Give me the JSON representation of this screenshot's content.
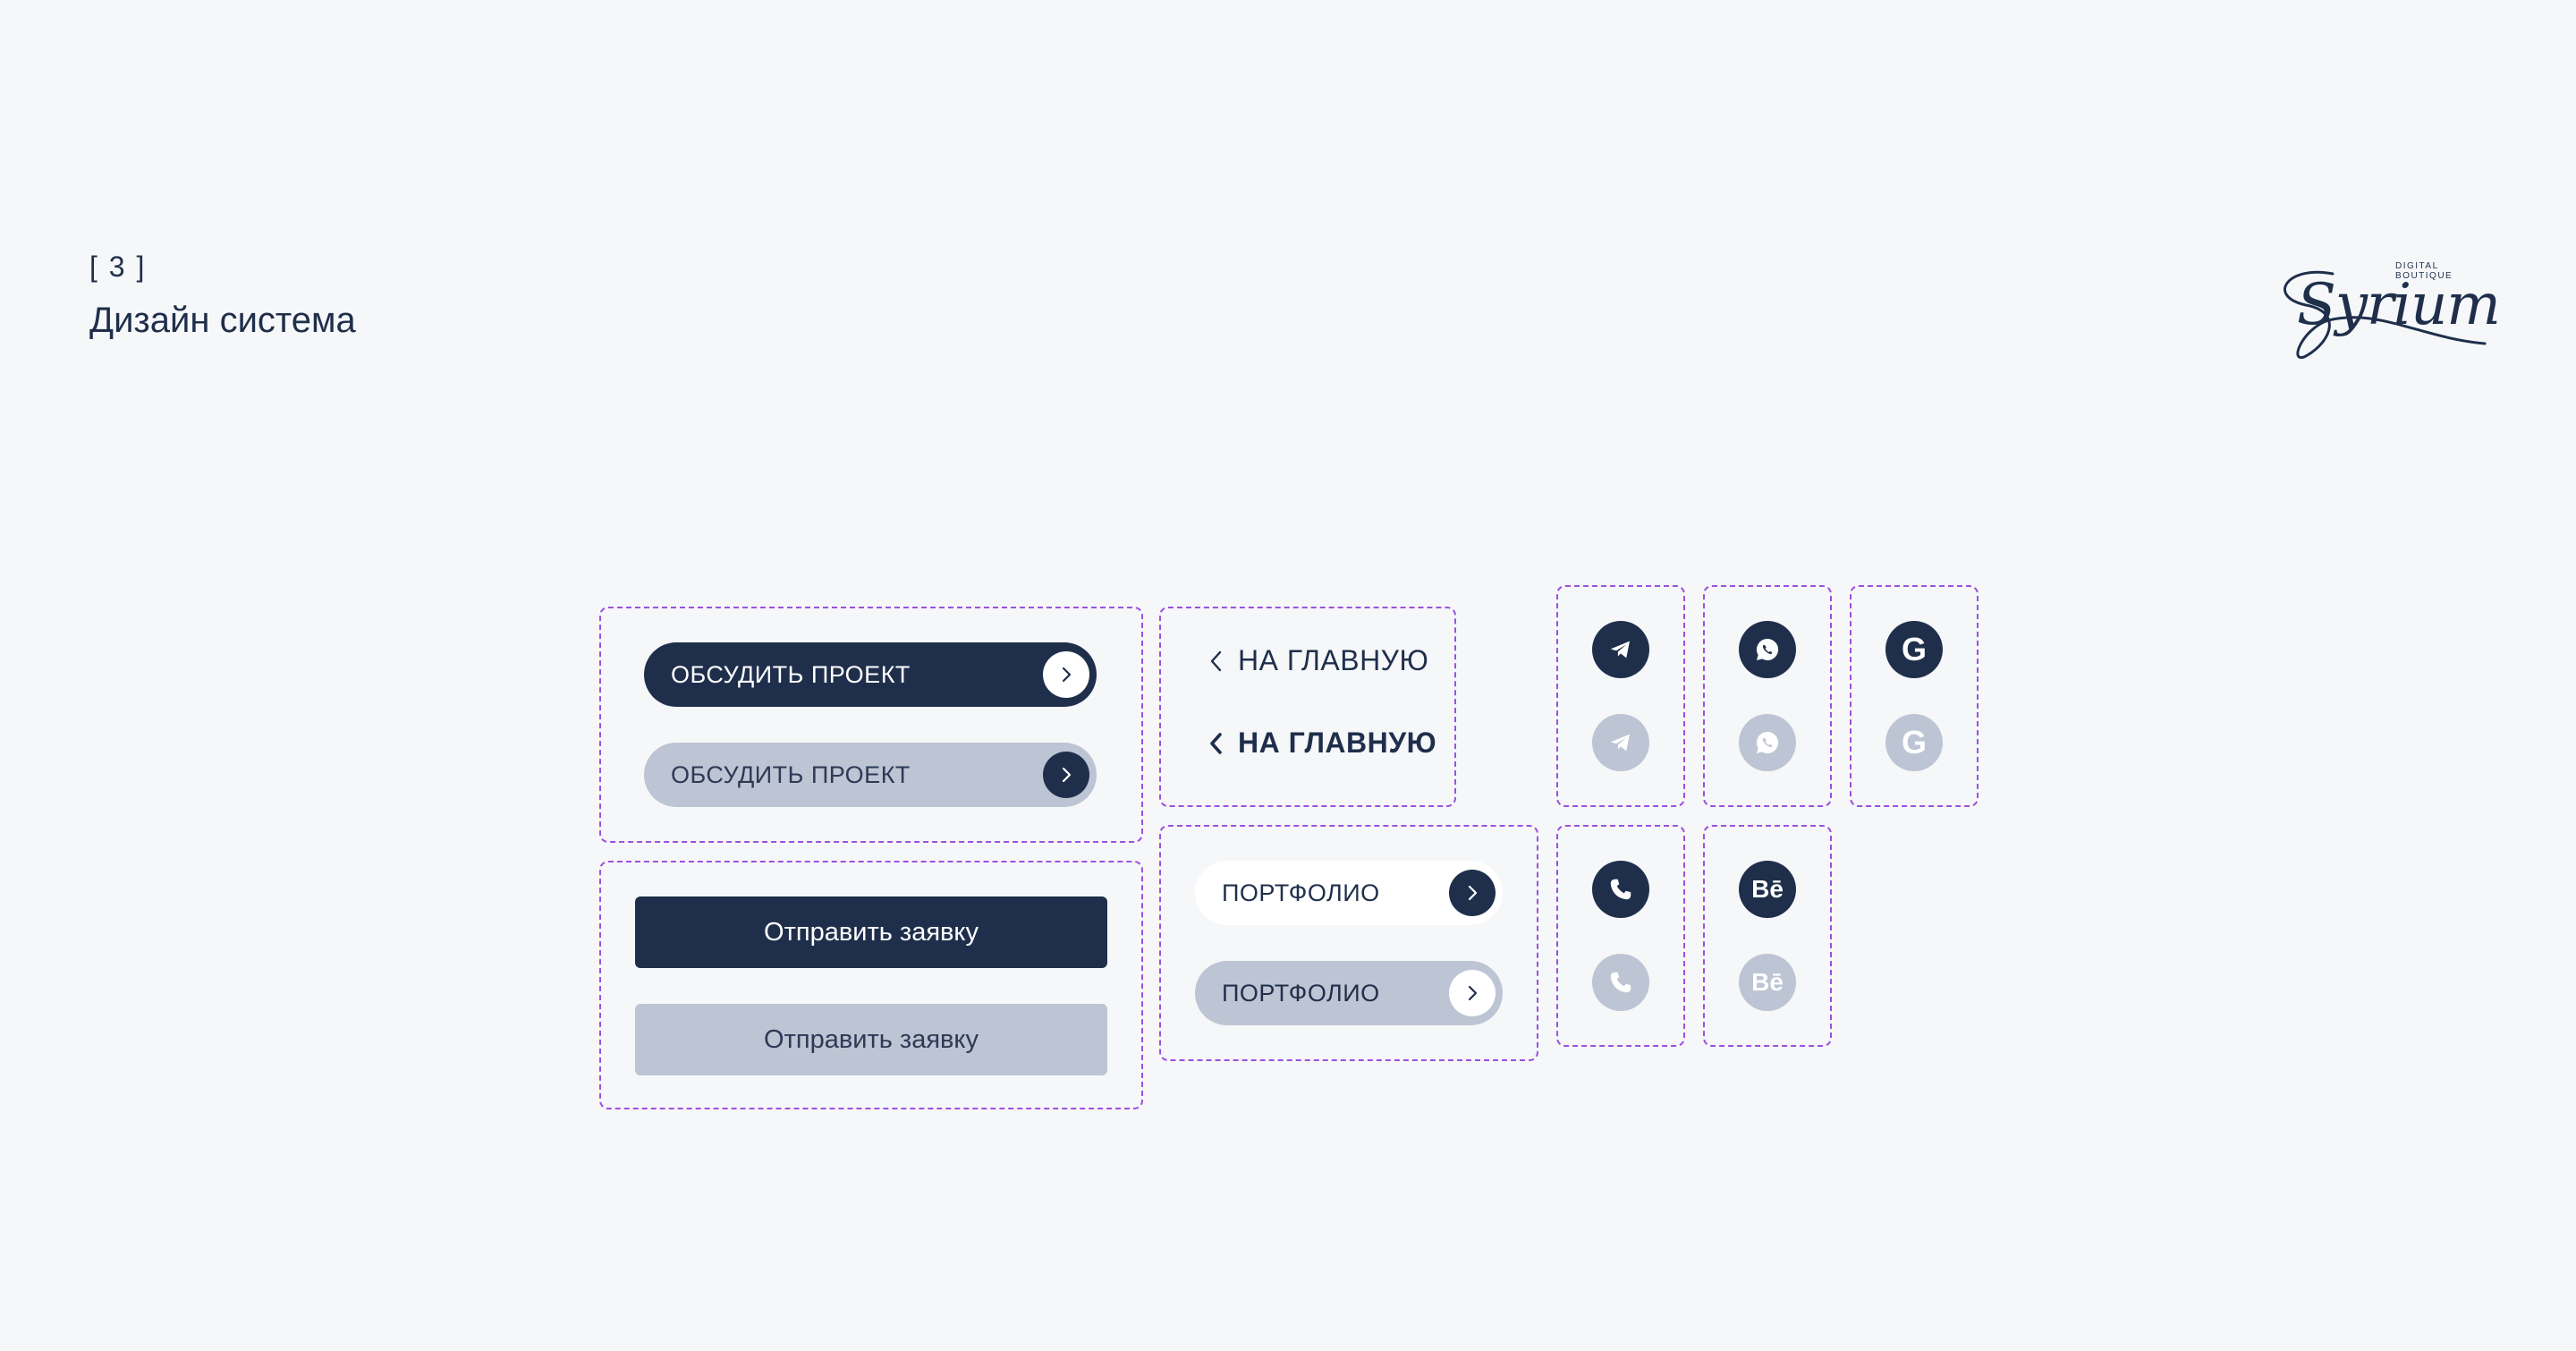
{
  "header": {
    "section_number": "[ 3 ]",
    "section_title": "Дизайн система"
  },
  "logo": {
    "subtitle": "DIGITAL BOUTIQUE",
    "name": "Syrium"
  },
  "buttons": {
    "discuss_primary": "ОБСУДИТЬ ПРОЕКТ",
    "discuss_secondary": "ОБСУДИТЬ ПРОЕКТ",
    "submit_primary": "Отправить заявку",
    "submit_secondary": "Отправить заявку",
    "home_regular": "НА ГЛАВНУЮ",
    "home_bold": "НА ГЛАВНУЮ",
    "portfolio_primary": "ПОРТФОЛИО",
    "portfolio_secondary": "ПОРТФОЛИО"
  },
  "social_icons": [
    "telegram-icon",
    "whatsapp-icon",
    "google-icon",
    "phone-icon",
    "behance-icon"
  ],
  "social_text": {
    "google": "G",
    "behance": "Bē"
  },
  "colors": {
    "primary": "#1f2f4b",
    "muted": "#bdc4d3",
    "frame": "#9b51e0",
    "background": "#f6f7f9"
  }
}
